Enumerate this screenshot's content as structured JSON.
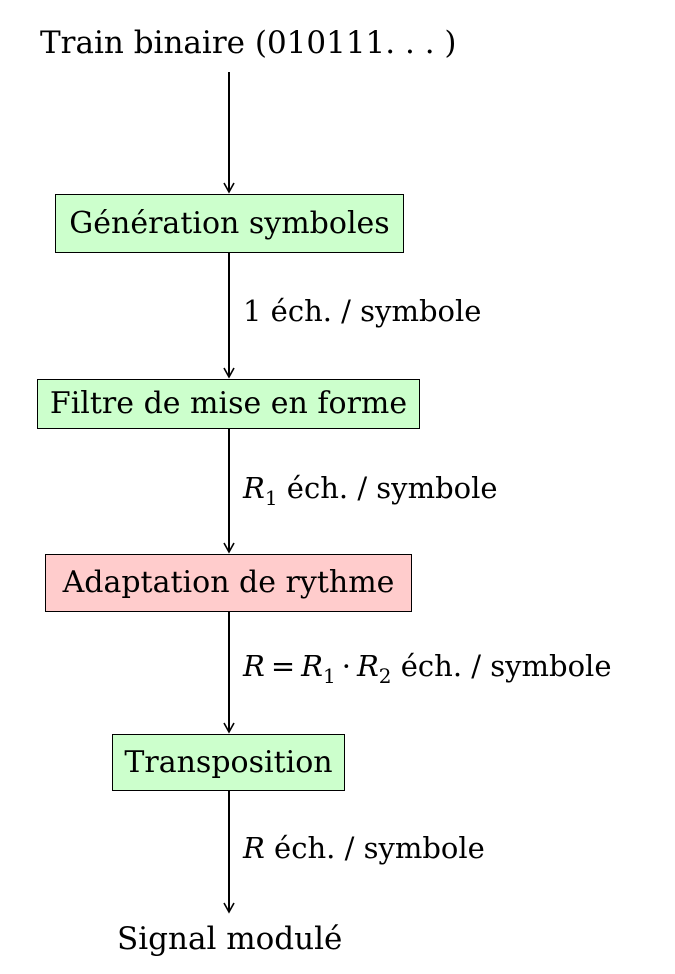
{
  "input_label": "Train binaire (010111. . . )",
  "output_label": "Signal modulé",
  "colors": {
    "process_block": "#ccffcc",
    "highlight_block": "#ffcccc",
    "stroke": "#000000"
  },
  "blocks": [
    {
      "label": "Génération symboles",
      "color": "green"
    },
    {
      "label": "Filtre de mise en forme",
      "color": "green"
    },
    {
      "label": "Adaptation de rythme",
      "color": "red"
    },
    {
      "label": "Transposition",
      "color": "green"
    }
  ],
  "edges": [
    {
      "from": "input",
      "to": "Génération symboles",
      "label": ""
    },
    {
      "from": "Génération symboles",
      "to": "Filtre de mise en forme",
      "label": "1 éch. / symbole"
    },
    {
      "from": "Filtre de mise en forme",
      "to": "Adaptation de rythme",
      "label": "R1 éch. / symbole",
      "label_parts": {
        "var": "R",
        "sub": "1",
        "text": " éch. / symbole"
      }
    },
    {
      "from": "Adaptation de rythme",
      "to": "Transposition",
      "label": "R = R1 · R2 éch. / symbole",
      "label_parts": {
        "lhs": "R",
        "eq": "=",
        "a": "R",
        "a_sub": "1",
        "dot": "·",
        "b": "R",
        "b_sub": "2",
        "text": " éch. / symbole"
      }
    },
    {
      "from": "Transposition",
      "to": "output",
      "label": "R éch. / symbole",
      "label_parts": {
        "var": "R",
        "text": " éch. / symbole"
      }
    }
  ]
}
